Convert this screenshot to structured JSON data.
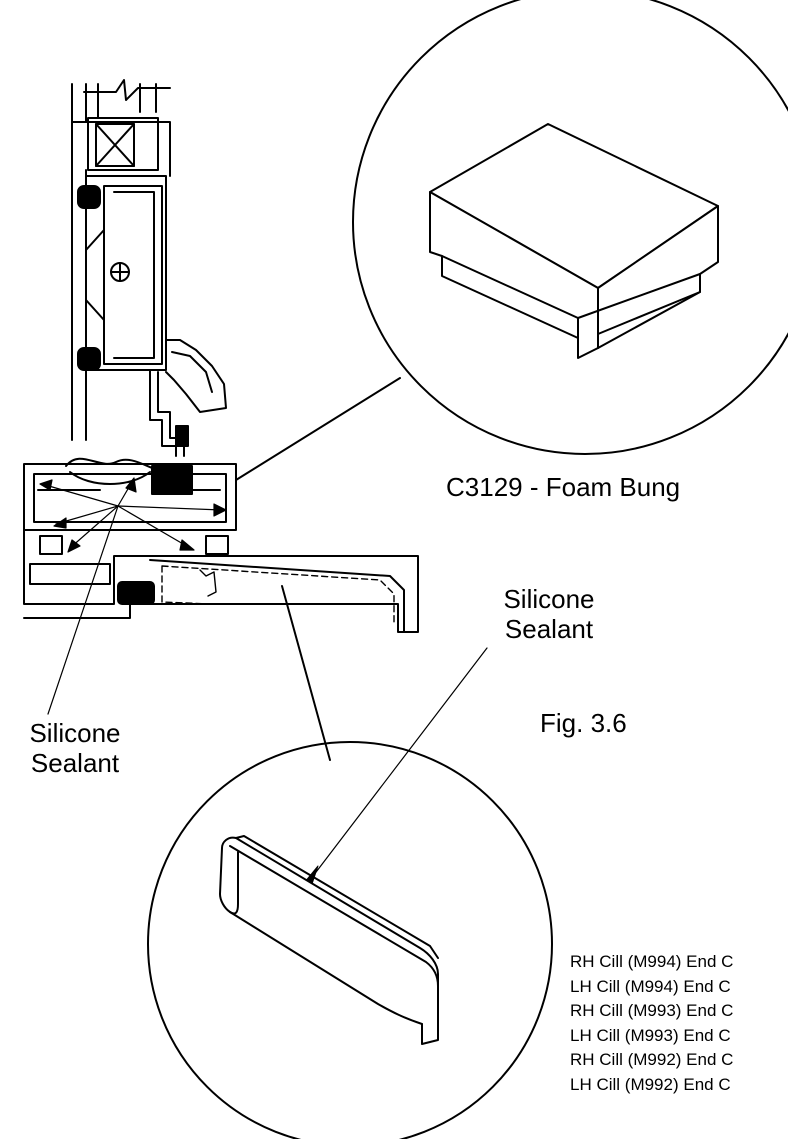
{
  "labels": {
    "foam_bung": "C3129 - Foam Bung",
    "silicone_left_line1": "Silicone",
    "silicone_left_line2": "Sealant",
    "silicone_right_line1": "Silicone",
    "silicone_right_line2": "Sealant",
    "figure": "Fig. 3.6"
  },
  "parts_list": [
    "RH Cill (M994) End C",
    "LH Cill (M994) End C",
    "RH Cill (M993) End C",
    "LH Cill (M993) End C",
    "RH Cill (M992) End C",
    "LH Cill (M992) End C"
  ],
  "colors": {
    "ink": "#000000",
    "paper": "#ffffff"
  }
}
